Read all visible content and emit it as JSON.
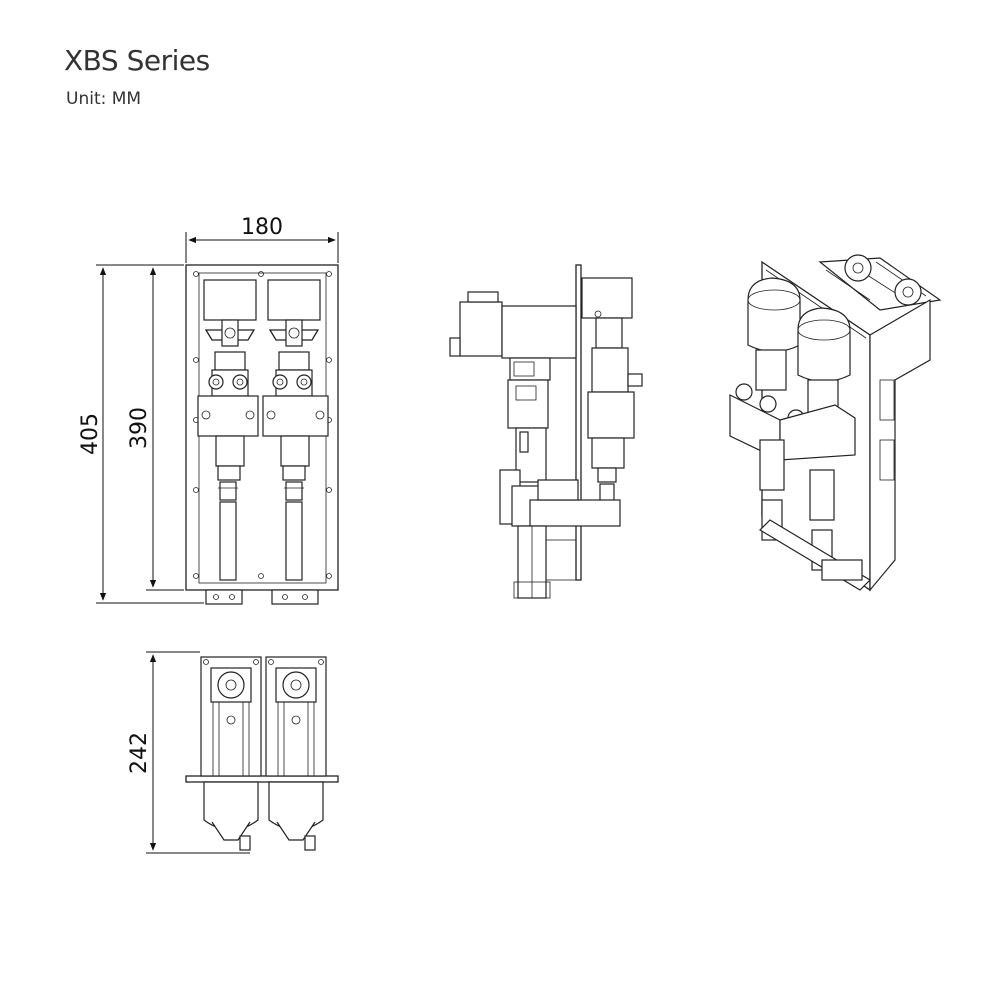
{
  "header": {
    "title": "XBS Series",
    "unit": "Unit: MM"
  },
  "dimensions": {
    "width": "180",
    "height_total": "405",
    "height_inner": "390",
    "depth": "242"
  },
  "colors": {
    "line": "#222222",
    "background": "#ffffff",
    "text": "#333333"
  }
}
